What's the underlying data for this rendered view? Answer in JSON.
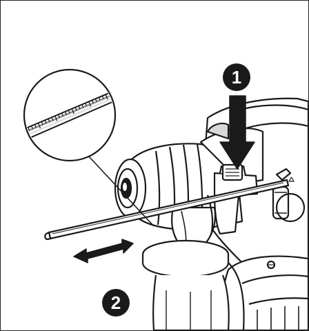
{
  "figure": {
    "steps": [
      {
        "label": "1",
        "action": "press-depth-gauge-button"
      },
      {
        "label": "2",
        "action": "slide-depth-rod"
      }
    ],
    "colors": {
      "line": "#1a1a1a",
      "fill": "#ffffff",
      "shade_light": "#d9d9d9",
      "shade_mid": "#9a9a9a",
      "badge": "#1a1a1a",
      "badge_text": "#ffffff"
    }
  }
}
